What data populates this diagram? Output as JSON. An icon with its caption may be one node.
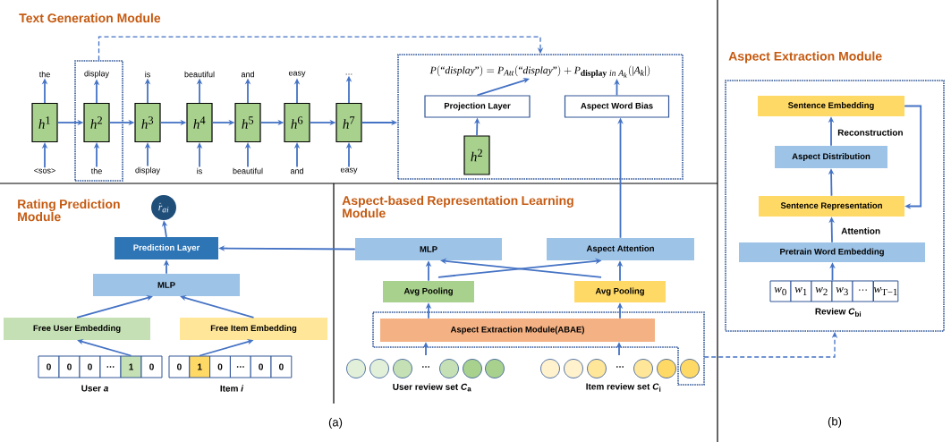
{
  "diagram": {
    "nodes": [
      {
        "text": [],
        "shape": "box"
      },
      {
        "text": [
          "*h*$^{1}$"
        ]
      },
      {
        "text": [
          "*h*$^{2}$"
        ],
        "in": 0
      },
      {
        "text": [
          "*h*$^{3}$"
        ]
      },
      {
        "text": [
          "*h*$^{4}$"
        ]
      },
      {
        "text": [
          "*h*$^{5}$"
        ]
      },
      {
        "text": [
          "*h*$^{6}$"
        ]
      },
      {
        "text": [
          "*h*$^{7}$"
        ]
      },
      {
        "text": [
          "the"
        ]
      },
      {
        "text": [
          "display"
        ],
        "in": 0
      },
      {
        "text": [
          "is"
        ]
      },
      {
        "text": [
          "beautiful"
        ]
      },
      {
        "text": [
          "and"
        ]
      },
      {
        "text": [
          "easy"
        ]
      },
      {
        "text": [
          "…"
        ]
      },
      {
        "text": [
          "<sos>"
        ]
      },
      {
        "text": [
          "the"
        ],
        "in": 0
      },
      {
        "text": [
          "display"
        ]
      },
      {
        "text": [
          "is"
        ]
      },
      {
        "text": [
          "beautiful"
        ]
      },
      {
        "text": [
          "and"
        ]
      },
      {
        "text": [
          "easy"
        ]
      },
      {
        "text": [],
        "shape": "box"
      },
      {
        "text": [
          "P(\\mbox{“}display\\mbox{”}) = P_{Att}(\\mbox{“}display\\mbox{”}) + P_{\\mathbf{display}\\ in\\ A_k}(|A_k|)"
        ],
        "in": 22
      },
      {
        "text": [
          "Projection Layer"
        ],
        "in": 22
      },
      {
        "text": [
          "Aspect Word Bias"
        ],
        "in": 22
      },
      {
        "text": [
          "*h*$^{2}$"
        ],
        "in": 22
      },
      {
        "text": [
          "\\hat{r}_{ai}"
        ]
      },
      {
        "text": [
          "Prediction Layer"
        ]
      },
      {
        "text": [
          "MLP"
        ]
      },
      {
        "text": [
          "Free User Embedding"
        ]
      },
      {
        "text": [
          "Free Item Embedding"
        ]
      },
      {
        "text": [
          "0"
        ]
      },
      {
        "text": [
          "0"
        ]
      },
      {
        "text": [
          "0"
        ]
      },
      {
        "text": [
          "…"
        ]
      },
      {
        "text": [
          "1"
        ]
      },
      {
        "text": [
          "0"
        ]
      },
      {
        "text": [
          "0"
        ]
      },
      {
        "text": [
          "1"
        ]
      },
      {
        "text": [
          "0"
        ]
      },
      {
        "text": [
          "…"
        ]
      },
      {
        "text": [
          "0"
        ]
      },
      {
        "text": [
          "0"
        ]
      },
      {
        "text": [
          "MLP"
        ]
      },
      {
        "text": [
          "Aspect Attention"
        ]
      },
      {
        "text": [
          "Avg Pooling"
        ]
      },
      {
        "text": [
          "Avg Pooling"
        ]
      },
      {
        "text": [],
        "shape": "box"
      },
      {
        "text": [
          "Aspect Extraction Module(ABAE)"
        ],
        "in": 48
      },
      {
        "text": [],
        "shape": "circle"
      },
      {
        "text": [],
        "shape": "circle"
      },
      {
        "text": [],
        "shape": "circle"
      },
      {
        "text": [],
        "shape": "circle"
      },
      {
        "text": [],
        "shape": "circle"
      },
      {
        "text": [],
        "shape": "circle"
      },
      {
        "text": [],
        "shape": "circle"
      },
      {
        "text": [],
        "shape": "circle"
      },
      {
        "text": [],
        "shape": "circle"
      },
      {
        "text": [],
        "shape": "circle"
      },
      {
        "text": [],
        "shape": "circle"
      },
      {
        "text": [],
        "shape": "circle",
        "in": 48
      },
      {
        "text": [],
        "shape": "box"
      },
      {
        "text": [
          "Sentence Embedding"
        ],
        "in": 62
      },
      {
        "text": [
          "Aspect Distribution"
        ],
        "in": 62
      },
      {
        "text": [
          "Sentence Representation"
        ],
        "in": 62
      },
      {
        "text": [
          "Pretrain Word Embedding"
        ],
        "in": 62
      },
      {
        "text": [
          "*w*$_{0}$"
        ],
        "in": 62
      },
      {
        "text": [
          "*w*$_{1}$"
        ],
        "in": 62
      },
      {
        "text": [
          "*w*$_{2}$"
        ],
        "in": 62
      },
      {
        "text": [
          "*w*$_{3}$"
        ],
        "in": 62
      },
      {
        "text": [
          "⋯"
        ],
        "in": 62
      },
      {
        "text": [
          "*w*$_{T−1}$"
        ],
        "in": 62
      }
    ],
    "edges": [
      {
        "from": 15,
        "to": 1,
        "arrow": "to"
      },
      {
        "from": 16,
        "to": 2,
        "arrow": "to"
      },
      {
        "from": 17,
        "to": 3,
        "arrow": "to"
      },
      {
        "from": 18,
        "to": 4,
        "arrow": "to"
      },
      {
        "from": 19,
        "to": 5,
        "arrow": "to"
      },
      {
        "from": 20,
        "to": 6,
        "arrow": "to"
      },
      {
        "from": 21,
        "to": 7,
        "arrow": "to"
      },
      {
        "from": 1,
        "to": 8,
        "arrow": "to"
      },
      {
        "from": 2,
        "to": 9,
        "arrow": "to"
      },
      {
        "from": 3,
        "to": 10,
        "arrow": "to"
      },
      {
        "from": 4,
        "to": 11,
        "arrow": "to"
      },
      {
        "from": 5,
        "to": 12,
        "arrow": "to"
      },
      {
        "from": 6,
        "to": 13,
        "arrow": "to"
      },
      {
        "from": 7,
        "to": 14,
        "arrow": "to"
      },
      {
        "from": 1,
        "to": 2,
        "arrow": "to"
      },
      {
        "from": 2,
        "to": 3,
        "arrow": "to"
      },
      {
        "from": 3,
        "to": 4,
        "arrow": "to"
      },
      {
        "from": 4,
        "to": 5,
        "arrow": "to"
      },
      {
        "from": 5,
        "to": 6,
        "arrow": "to"
      },
      {
        "from": 6,
        "to": 7,
        "arrow": "to"
      },
      {
        "from": 7,
        "to": 22,
        "arrow": "to"
      },
      {
        "from": 0,
        "to": 22,
        "arrow": "to",
        "style": "dashed"
      },
      {
        "from": 26,
        "to": 24,
        "arrow": "to"
      },
      {
        "from": 24,
        "to": 23,
        "arrow": "to"
      },
      {
        "from": 25,
        "to": 23,
        "arrow": "to"
      },
      {
        "from": 45,
        "to": 25,
        "arrow": "to"
      },
      {
        "from": 28,
        "to": 27,
        "arrow": "to"
      },
      {
        "from": 29,
        "to": 28,
        "arrow": "to"
      },
      {
        "from": 30,
        "to": 29,
        "arrow": "to"
      },
      {
        "from": 31,
        "to": 29,
        "arrow": "to"
      },
      {
        "from": 36,
        "to": 30,
        "arrow": "to"
      },
      {
        "from": 39,
        "to": 31,
        "arrow": "to"
      },
      {
        "from": 44,
        "to": 28,
        "arrow": "to"
      },
      {
        "from": 46,
        "to": 44,
        "arrow": "to"
      },
      {
        "from": 46,
        "to": 45,
        "arrow": "to"
      },
      {
        "from": 47,
        "to": 45,
        "arrow": "to"
      },
      {
        "from": 47,
        "to": 44,
        "arrow": "to"
      },
      {
        "from": 49,
        "to": 46,
        "arrow": "to"
      },
      {
        "from": 49,
        "to": 47,
        "arrow": "to"
      },
      {
        "from": null,
        "to": 49,
        "arrow": "to"
      },
      {
        "from": null,
        "to": 49,
        "arrow": "to"
      },
      {
        "from": 48,
        "to": 62,
        "arrow": "to",
        "style": "dashed"
      },
      {
        "from": 69,
        "to": 66,
        "arrow": "to"
      },
      {
        "from": 66,
        "to": 65,
        "arrow": "to",
        "label": "Attention"
      },
      {
        "from": 65,
        "to": 64,
        "arrow": "to"
      },
      {
        "from": 64,
        "to": 63,
        "arrow": "to",
        "label": "Reconstruction"
      },
      {
        "from": 63,
        "to": 65,
        "arrow": "to"
      }
    ],
    "labels": [
      "Text Generation Module",
      "Rating Prediction Module",
      "Aspect-based Representation Learning Module",
      "Aspect Extraction Module",
      "**User** *a*",
      "**Item** *i*",
      "…",
      "…",
      "**User review set** *C*$_{a}$",
      "**Item review set** *C*$_{i}$",
      "**Review** *C*$_{bi}$",
      "(a)",
      "(b)"
    ]
  }
}
